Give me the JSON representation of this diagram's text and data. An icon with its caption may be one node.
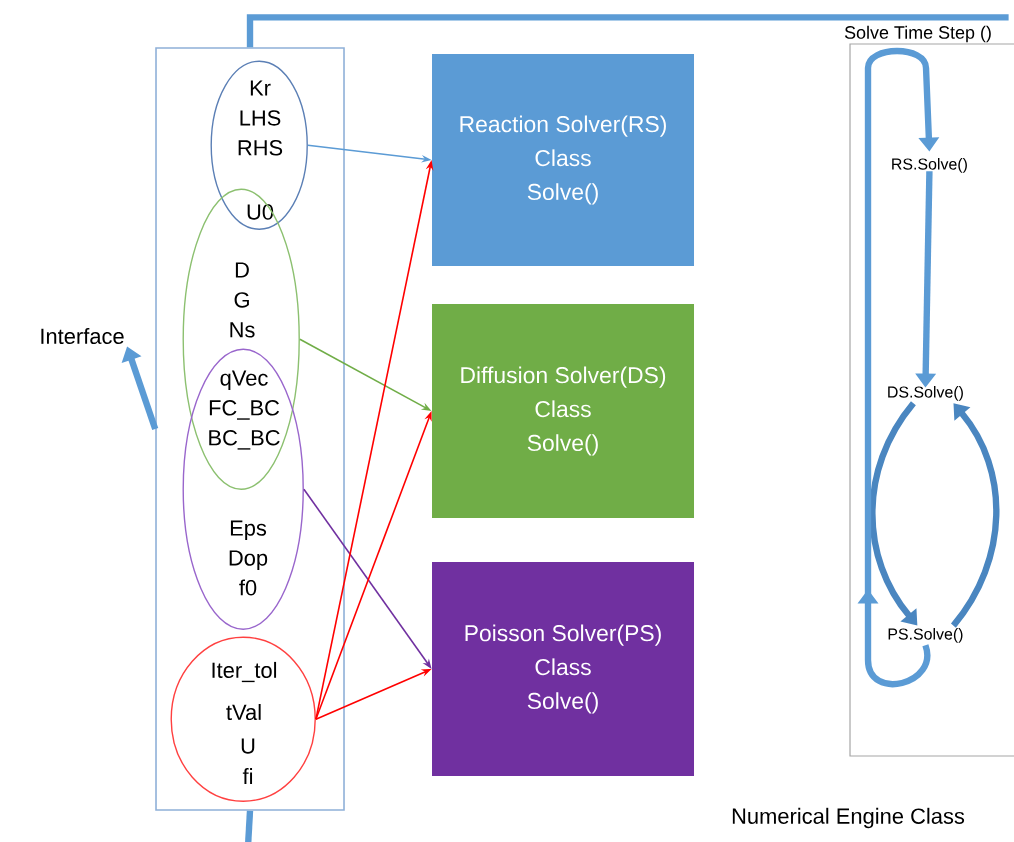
{
  "diagram": {
    "nodes": [
      {
        "text": [],
        "shape": "box"
      },
      {
        "text": [
          "Interface"
        ]
      },
      {
        "text": [
          "Kr LHS RHS",
          "U0"
        ],
        "in": 0
      },
      {
        "text": [
          "D G Ns"
        ],
        "in": 0
      },
      {
        "text": [
          "qVec FC_BC BC_BC",
          "Eps Dop f0"
        ],
        "in": 0
      },
      {
        "text": [
          "Iter_tol",
          "tVal",
          "U",
          "fi"
        ],
        "in": 0
      },
      {
        "text": [
          "Reaction Solver(RS)",
          "Class",
          "Solve()"
        ]
      },
      {
        "text": [
          "Diffusion Solver(DS)",
          "Class",
          "Solve()"
        ]
      },
      {
        "text": [
          "Poisson Solver(PS)",
          "Class",
          "Solve()"
        ]
      },
      {
        "text": [
          "Solve Time Step ()"
        ]
      },
      {
        "text": [
          "RS.Solve()"
        ],
        "in": 9
      },
      {
        "text": [
          "DS.Solve()"
        ],
        "in": 9
      },
      {
        "text": [
          "PS.Solve()"
        ],
        "in": 9
      }
    ],
    "edges": [
      {
        "from": 0,
        "to": 1,
        "arrow": "to",
        "color": "#5b9bd5"
      },
      {
        "from": 2,
        "to": 6,
        "arrow": "to",
        "color": "#5b9bd5"
      },
      {
        "from": 3,
        "to": 7,
        "arrow": "to",
        "color": "#70ad47"
      },
      {
        "from": 4,
        "to": 8,
        "arrow": "to",
        "color": "#7030a0"
      },
      {
        "from": 5,
        "to": 6,
        "arrow": "to",
        "color": "#ff0000"
      },
      {
        "from": 5,
        "to": 7,
        "arrow": "to",
        "color": "#ff0000"
      },
      {
        "from": 5,
        "to": 8,
        "arrow": "to",
        "color": "#ff0000"
      },
      {
        "from": 10,
        "to": 11,
        "arrow": "to",
        "color": "#5b9bd5"
      },
      {
        "from": 11,
        "to": 12,
        "arrow": "to",
        "color": "#4a86c0"
      },
      {
        "from": 12,
        "to": 11,
        "arrow": "to",
        "color": "#4a86c0"
      },
      {
        "from": 12,
        "to": 10,
        "arrow": "to",
        "color": "#5b9bd5"
      },
      {
        "from": 0,
        "to": 9,
        "arrow": "none",
        "color": "#5b9bd5"
      },
      {
        "from": 0,
        "to": null,
        "arrow": "none",
        "color": "#5b9bd5"
      }
    ],
    "labels": [
      "Numerical Engine Class"
    ]
  }
}
